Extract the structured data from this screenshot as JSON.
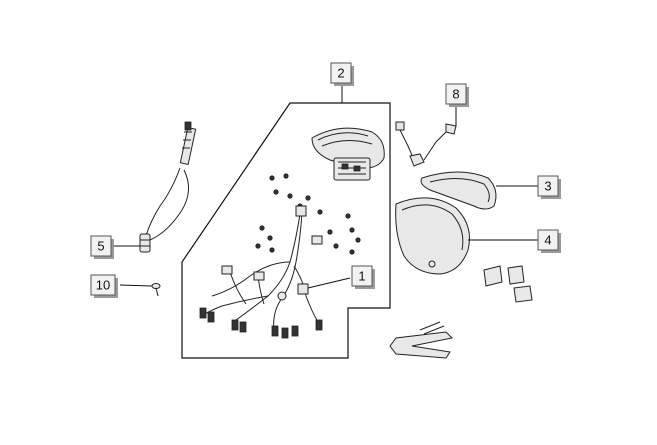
{
  "diagram": {
    "callouts": [
      {
        "id": "1",
        "label": "1"
      },
      {
        "id": "2",
        "label": "2"
      },
      {
        "id": "3",
        "label": "3"
      },
      {
        "id": "4",
        "label": "4"
      },
      {
        "id": "5",
        "label": "5"
      },
      {
        "id": "8",
        "label": "8"
      },
      {
        "id": "10",
        "label": "10"
      }
    ],
    "parts": [
      {
        "ref": "1",
        "icon": "wiring-harness-icon"
      },
      {
        "ref": "2",
        "icon": "instrument-cluster-icon"
      },
      {
        "ref": "3",
        "icon": "lens-ring-icon"
      },
      {
        "ref": "4",
        "icon": "housing-cover-icon"
      },
      {
        "ref": "5",
        "icon": "speedometer-cable-icon"
      },
      {
        "ref": "8",
        "icon": "bracket-clip-icon"
      },
      {
        "ref": "10",
        "icon": "screw-icon"
      }
    ],
    "colors": {
      "line": "#111111",
      "callout_fill": "#f2f2f2",
      "callout_shadow": "#9a9a9a"
    }
  }
}
